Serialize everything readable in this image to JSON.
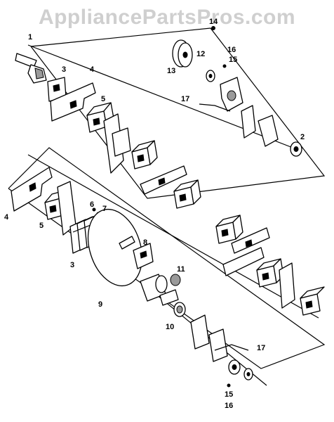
{
  "watermark": "AppliancePartsPros.com",
  "callouts": {
    "upper": [
      "1",
      "3",
      "4",
      "5",
      "12",
      "13",
      "14",
      "16",
      "15",
      "17",
      "2"
    ],
    "lower": [
      "4",
      "5",
      "6",
      "7",
      "8",
      "3",
      "9",
      "11",
      "10",
      "17",
      "15",
      "16"
    ]
  }
}
